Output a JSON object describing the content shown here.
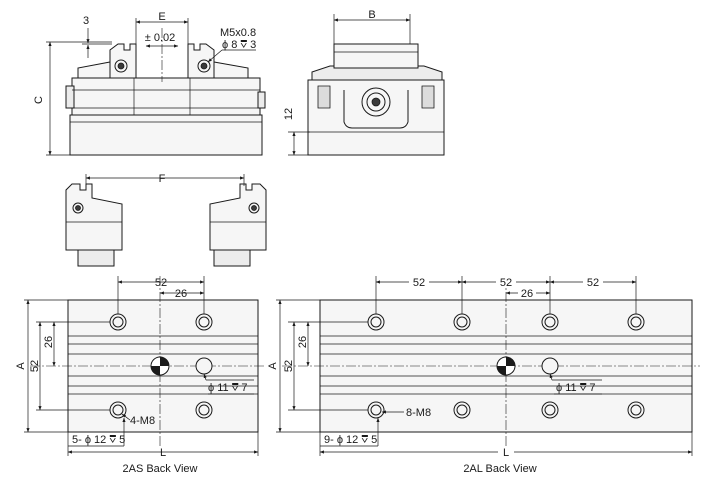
{
  "dims": {
    "e": "E",
    "b": "B",
    "c": "C",
    "f": "F",
    "a": "A",
    "l": "L",
    "three": "3",
    "tol": "± 0.02",
    "m5": "M5x0.8",
    "phi8": "ϕ 8 ⩢ 3",
    "twelve": "12",
    "fiftytwo": "52",
    "twentysix": "26",
    "phi11": "ϕ 11 ⩢ 7",
    "m8_2as": "4-M8",
    "cb_2as": "5- ϕ 12 ⩢ 5",
    "m8_2al": "8-M8",
    "cb_2al": "9- ϕ 12 ⩢ 5"
  },
  "captions": {
    "left": "2AS  Back View",
    "right": "2AL Back View"
  }
}
